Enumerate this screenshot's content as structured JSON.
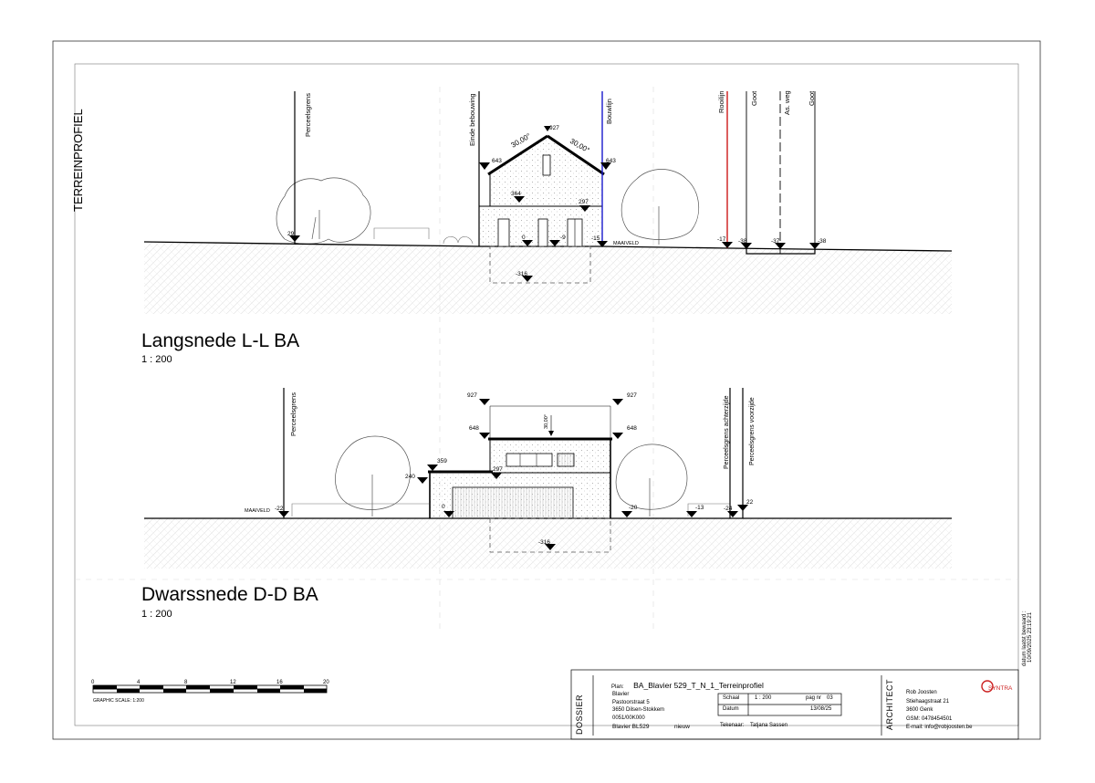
{
  "sheet": {
    "side_title": "TERREINPROFIEL",
    "saved_label": "datum laatst bewaard :",
    "saved_value": "10/09/2025 23:19:21"
  },
  "section_ll": {
    "title": "Langsnede L-L BA",
    "scale": "1 : 200",
    "labels": {
      "perceelsgrens": "Perceelsgrens",
      "einde_bebouwing": "Einde bebouwing",
      "bouwlijn": "Bouwlijn",
      "rooilijn": "Rooilijn",
      "goot1": "Goot",
      "as_weg": "As. weg",
      "goot2": "Goot",
      "maaiveld": "MAAIVELD",
      "angle_left": "30,00°",
      "angle_right": "30,00°"
    },
    "levels": {
      "ridge": "927",
      "eave_left": "643",
      "eave_right": "643",
      "first_floor": "364",
      "right_mid": "297",
      "left_ground": "29",
      "floor": "0",
      "step": "-9",
      "bouwlijn_ground": "-15",
      "rooilijn_ground": "-17",
      "goot1": "-38",
      "as_weg": "-37",
      "goot2": "-38",
      "basement": "-316"
    }
  },
  "section_dd": {
    "title": "Dwarssnede D-D BA",
    "scale": "1 : 200",
    "labels": {
      "perceelsgrens": "Perceelsgrens",
      "perceelsgrens_achter": "Perceelsgrens achterzijde",
      "perceelsgrens_voor": "Perceelsgrens voorzijde",
      "maaiveld": "MAAIVELD",
      "angle": "30,00°"
    },
    "levels": {
      "top_left": "927",
      "top_right": "927",
      "upper_left": "648",
      "upper_right": "648",
      "low_roof": "359",
      "low_left": "240",
      "mid": "297",
      "left_ground": "-22",
      "floor": "0",
      "right_a": "-20",
      "right_b": "-13",
      "right_c": "-24",
      "right_d": "22",
      "basement": "-316"
    }
  },
  "graphic_scale": {
    "ticks": [
      "0",
      "4",
      "8",
      "12",
      "16",
      "20"
    ],
    "label": "GRAPHIC SCALE: 1:200"
  },
  "title_block": {
    "dossier_label": "DOSSIER",
    "plan_label": "Plan:",
    "plan_value": "BA_Blavier 529_T_N_1_Terreinprofiel",
    "client_name": "Blavier",
    "client_street": "Pastoorstraat 5",
    "client_city": "3650 Dilsen-Stokkem",
    "client_code": "0051/00K000",
    "project": "Blavier BL529",
    "project_status": "nieuw",
    "schaal_label": "Schaal",
    "schaal_value": "1 : 200",
    "pag_label": "pag nr",
    "pag_value": "03",
    "datum_label": "Datum",
    "datum_value": "13/08/25",
    "tekenaar_label": "Tekenaar:",
    "tekenaar_value": "Tatjana Sassen",
    "architect_label": "ARCHITECT",
    "architect_name": "Rob Joosten",
    "architect_street": "Stiehaagstraat 21",
    "architect_city": "3600 Genk",
    "architect_gsm": "GSM:   0478454501",
    "architect_email": "E-mail:  info@robjoosten.be",
    "logo_text": "SYNTRA"
  }
}
